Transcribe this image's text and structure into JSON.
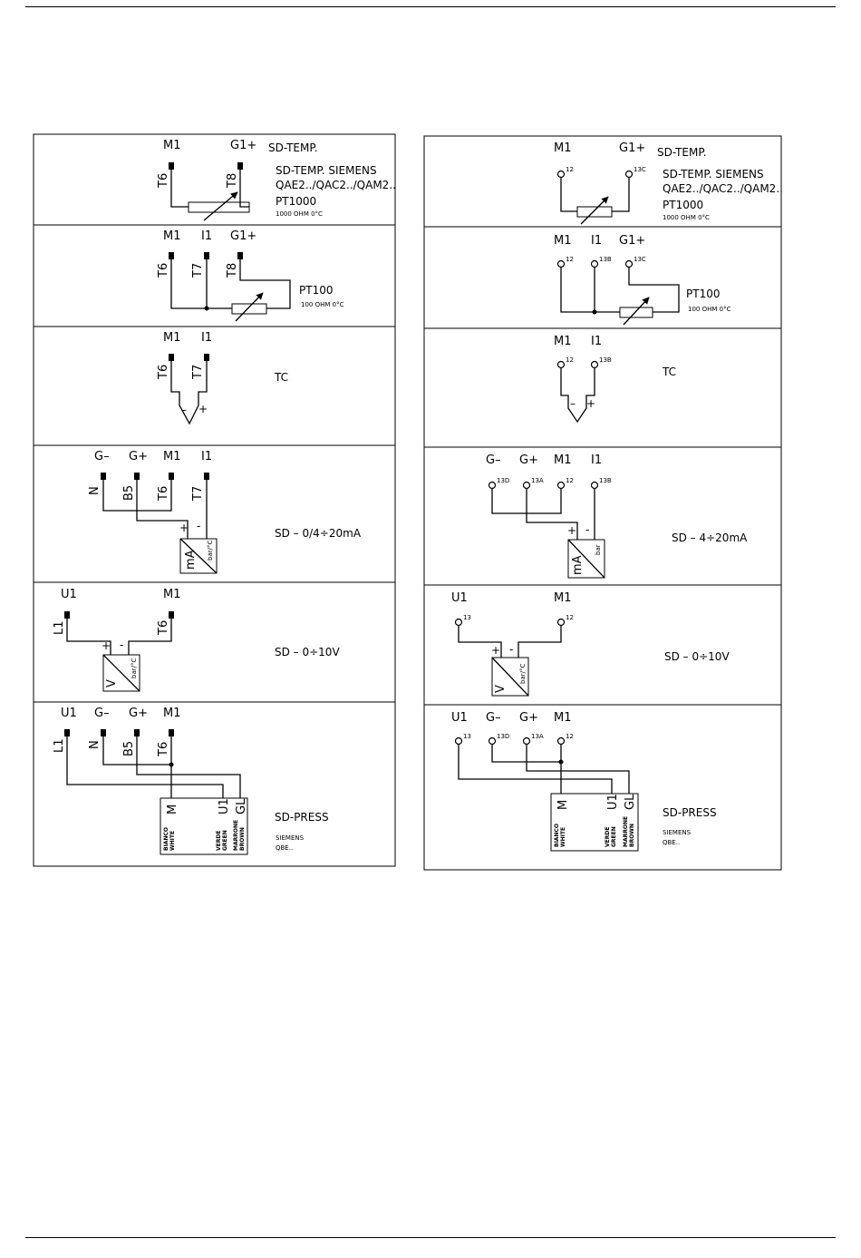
{
  "left": {
    "sd_temp": {
      "m1": "M1",
      "g1": "G1+",
      "t6": "T6",
      "t8": "T8",
      "title": "SD-TEMP.",
      "subtitle": "SD-TEMP. SIEMENS",
      "models": "QAE2../QAC2../QAM2..",
      "sensor": "PT1000",
      "sensor_note": "1000 OHM 0°C"
    },
    "pt100": {
      "m1": "M1",
      "i1": "I1",
      "g1": "G1+",
      "t6": "T6",
      "t7": "T7",
      "t8": "T8",
      "sensor": "PT100",
      "sensor_note": "100 OHM 0°C"
    },
    "tc": {
      "m1": "M1",
      "i1": "I1",
      "t6": "T6",
      "t7": "T7",
      "minus": "–",
      "plus": "+",
      "label": "TC"
    },
    "ma": {
      "gm": "G–",
      "gp": "G+",
      "m1": "M1",
      "i1": "I1",
      "n": "N",
      "b5": "B5",
      "t6": "T6",
      "t7": "T7",
      "plus": "+",
      "minus": "-",
      "unit": "mA",
      "scale": "bar/°C",
      "label": "SD – 0/4÷20mA"
    },
    "v": {
      "u1": "U1",
      "m1": "M1",
      "l1": "L1",
      "t6": "T6",
      "plus": "+",
      "minus": "-",
      "unit": "V",
      "scale": "bar/°C",
      "label": "SD – 0÷10V"
    },
    "press": {
      "u1": "U1",
      "gm": "G–",
      "gp": "G+",
      "m1": "M1",
      "l1": "L1",
      "n": "N",
      "b5": "B5",
      "t6": "T6",
      "m": "M",
      "u1b": "U1",
      "gl": "GL",
      "c1a": "BIANCO",
      "c1b": "WHITE",
      "c2a": "VERDE",
      "c2b": "GREEN",
      "c3a": "MARRONE",
      "c3b": "BROWN",
      "label": "SD-PRESS",
      "brand": "SIEMENS",
      "model": "QBE.."
    }
  },
  "right": {
    "sd_temp": {
      "m1": "M1",
      "g1": "G1+",
      "t12": "12",
      "t13c": "13C",
      "title": "SD-TEMP.",
      "subtitle": "SD-TEMP. SIEMENS",
      "models": "QAE2../QAC2../QAM2..",
      "sensor": "PT1000",
      "sensor_note": "1000 OHM 0°C"
    },
    "pt100": {
      "m1": "M1",
      "i1": "I1",
      "g1": "G1+",
      "t12": "12",
      "t13b": "13B",
      "t13c": "13C",
      "sensor": "PT100",
      "sensor_note": "100 OHM 0°C"
    },
    "tc": {
      "m1": "M1",
      "i1": "I1",
      "t12": "12",
      "t13b": "13B",
      "minus": "–",
      "plus": "+",
      "label": "TC"
    },
    "ma": {
      "gm": "G–",
      "gp": "G+",
      "m1": "M1",
      "i1": "I1",
      "t13d": "13D",
      "t13a": "13A",
      "t12": "12",
      "t13b": "13B",
      "plus": "+",
      "minus": "-",
      "unit": "mA",
      "scale": "bar",
      "label": "SD – 4÷20mA"
    },
    "v": {
      "u1": "U1",
      "m1": "M1",
      "t13": "13",
      "t12": "12",
      "plus": "+",
      "minus": "-",
      "unit": "V",
      "scale": "bar/°C",
      "label": "SD – 0÷10V"
    },
    "press": {
      "u1": "U1",
      "gm": "G–",
      "gp": "G+",
      "m1": "M1",
      "t13": "13",
      "t13d": "13D",
      "t13a": "13A",
      "t12": "12",
      "m": "M",
      "u1b": "U1",
      "gl": "GL",
      "c1a": "BIANCO",
      "c1b": "WHITE",
      "c2a": "VERDE",
      "c2b": "GREEN",
      "c3a": "MARRONE",
      "c3b": "BROWN",
      "label": "SD-PRESS",
      "brand": "SIEMENS",
      "model": "QBE.."
    }
  }
}
